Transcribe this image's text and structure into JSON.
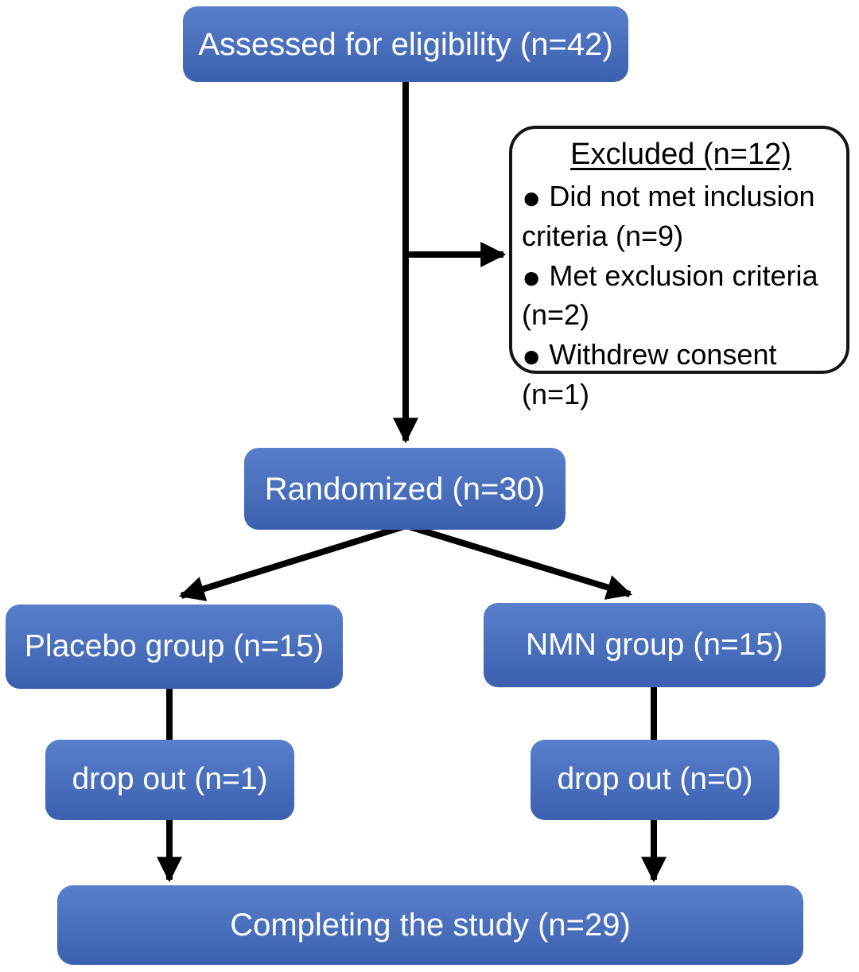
{
  "diagram": {
    "nodes": {
      "assessed": {
        "label": "Assessed for eligibility (n=42)"
      },
      "excluded": {
        "title": "Excluded (n=12)",
        "bullet_icon": "●",
        "items": [
          "Did not met inclusion criteria (n=9)",
          "Met exclusion criteria (n=2)",
          "Withdrew consent (n=1)"
        ]
      },
      "randomized": {
        "label": "Randomized (n=30)"
      },
      "placebo": {
        "label": "Placebo group (n=15)"
      },
      "nmn": {
        "label": "NMN group (n=15)"
      },
      "dropout_placebo": {
        "label": "drop out (n=1)"
      },
      "dropout_nmn": {
        "label": "drop out (n=0)"
      },
      "completing": {
        "label": "Completing the study (n=29)"
      }
    }
  },
  "colors": {
    "node_fill_top": "#587fcb",
    "node_fill_bottom": "#3c60af",
    "node_text": "#ffffff",
    "outline_border": "#141414",
    "arrow": "#000000",
    "background": "#ffffff"
  }
}
